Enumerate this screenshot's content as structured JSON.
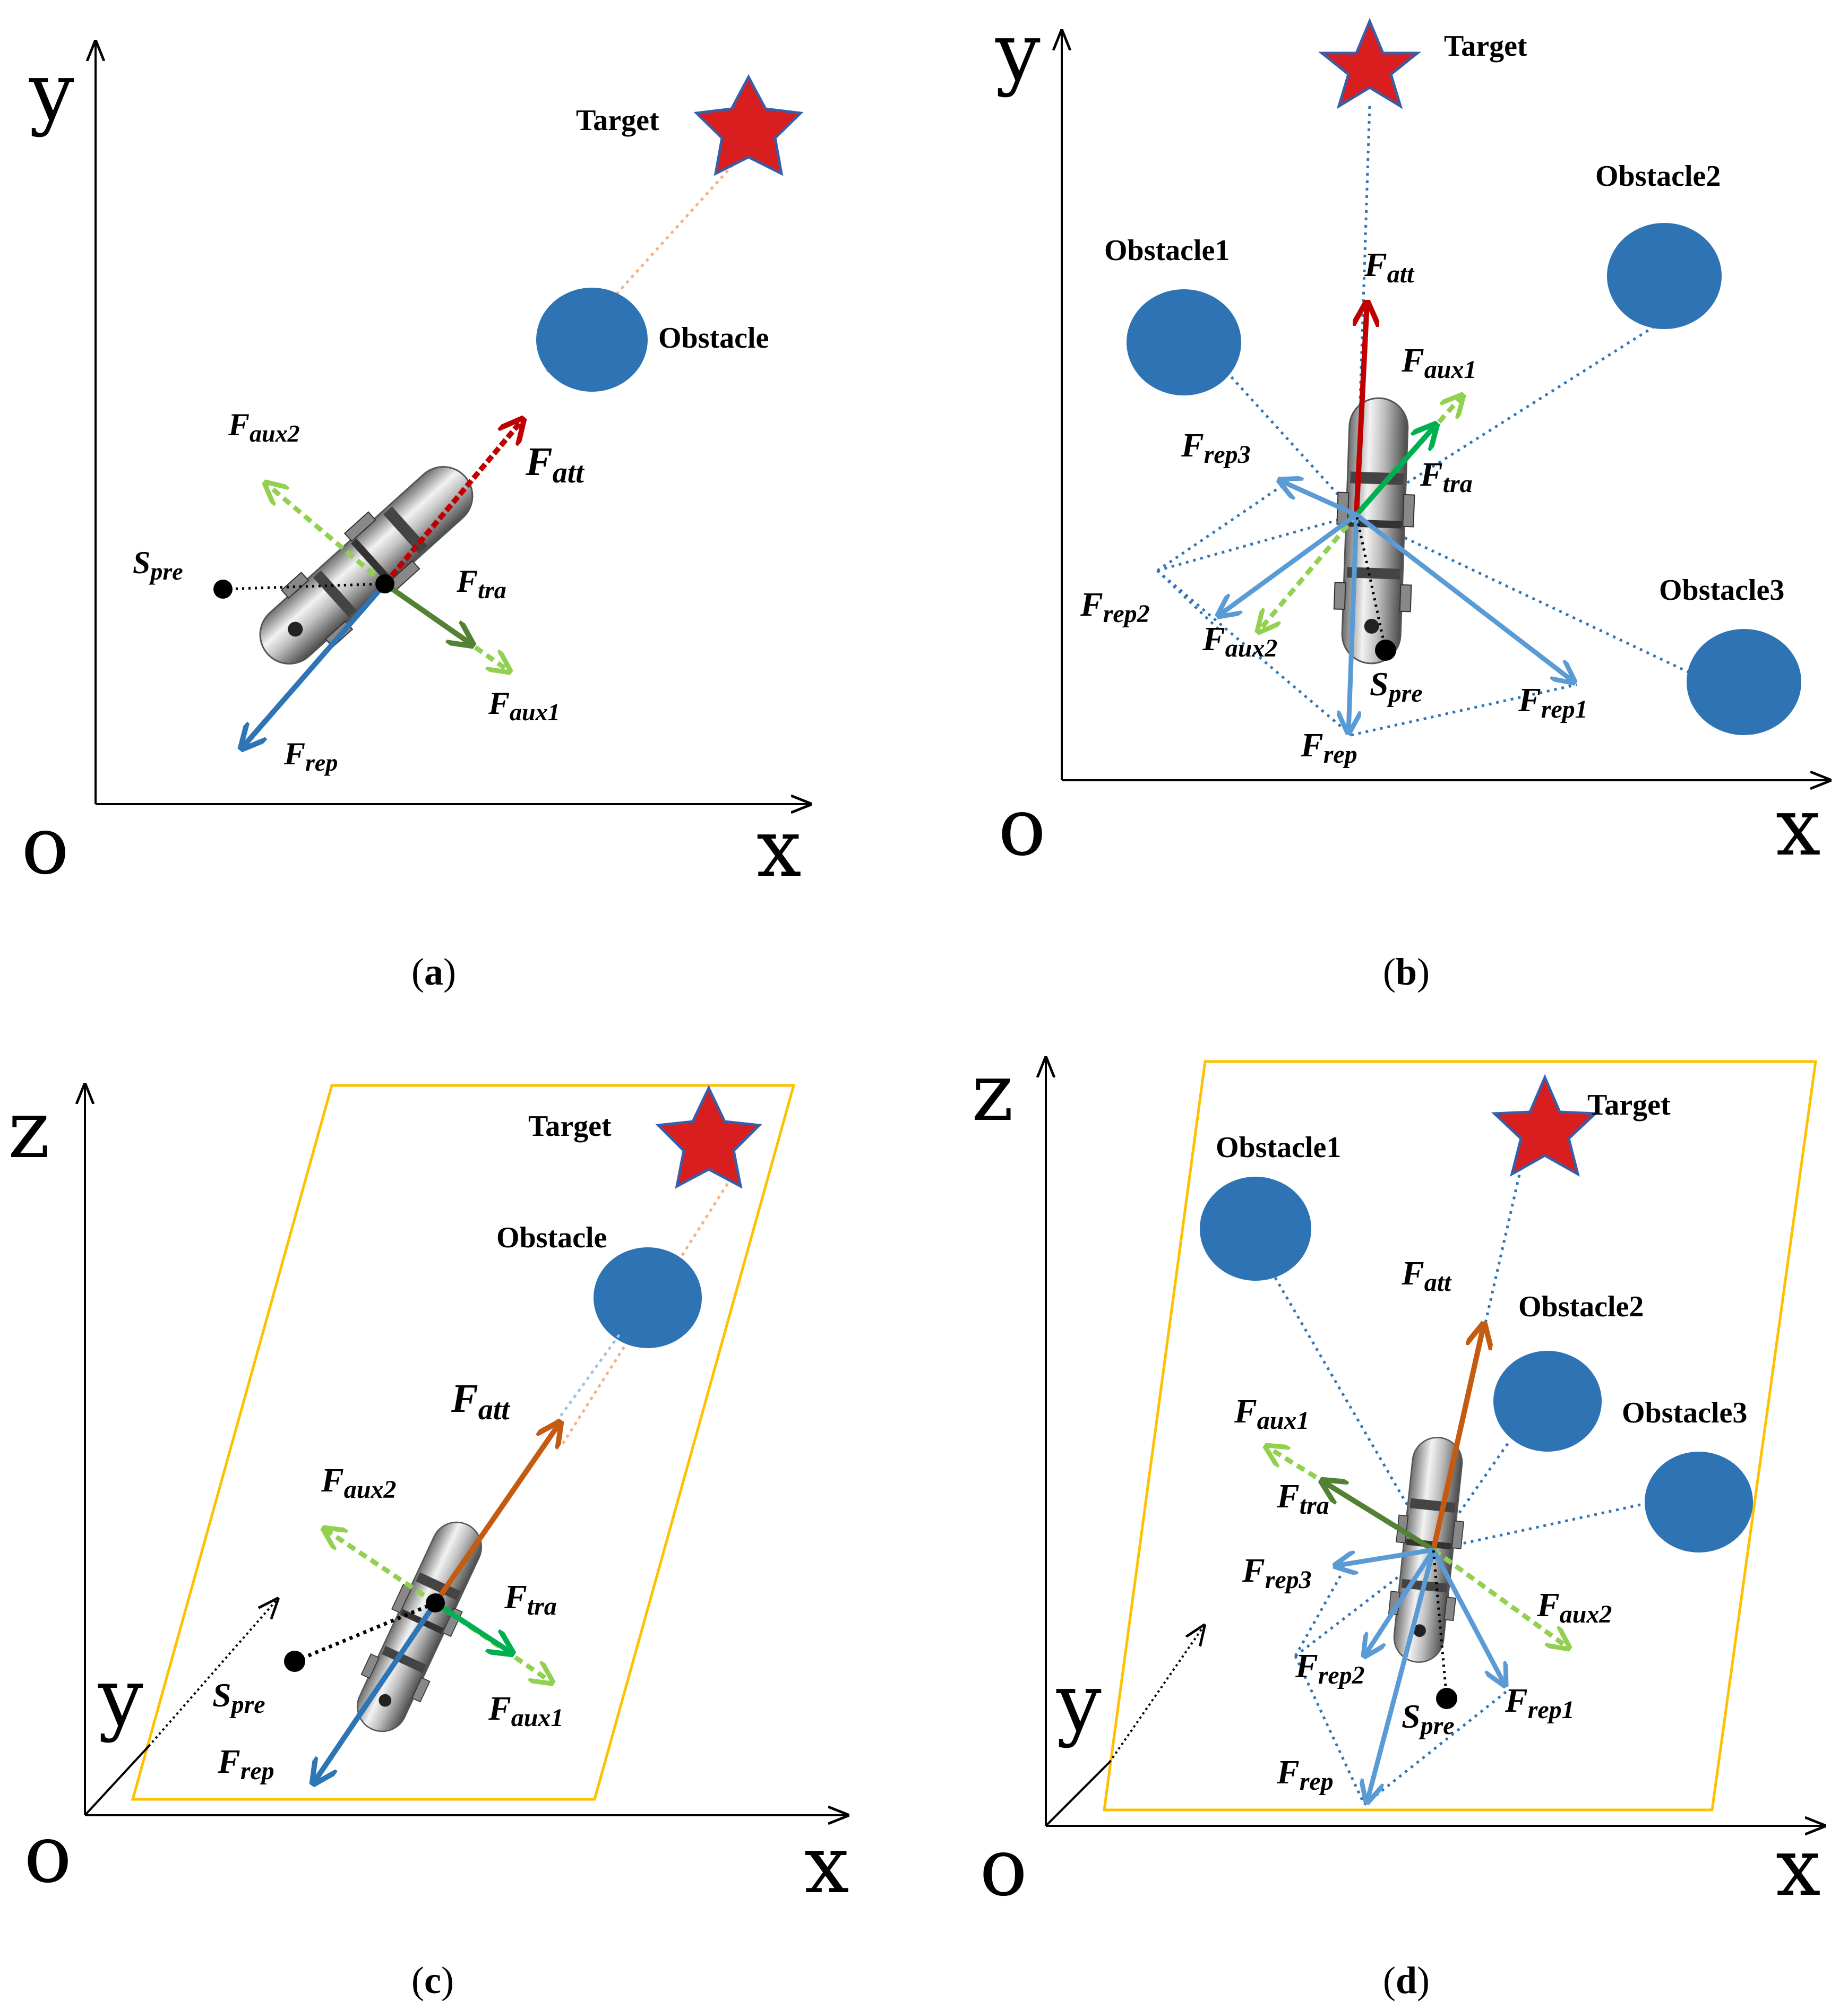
{
  "panels": {
    "a": {
      "caption_open": "(",
      "caption_letter": "a",
      "caption_close": ")",
      "axis_x": "x",
      "axis_y": "y",
      "origin": "o",
      "target": "Target",
      "obstacle": "Obstacle",
      "forces": {
        "att": {
          "main": "F",
          "sub": "att"
        },
        "aux2": {
          "main": "F",
          "sub": "aux2"
        },
        "tra": {
          "main": "F",
          "sub": "tra"
        },
        "aux1": {
          "main": "F",
          "sub": "aux1"
        },
        "rep": {
          "main": "F",
          "sub": "rep"
        },
        "spre": {
          "main": "S",
          "sub": "pre"
        }
      }
    },
    "b": {
      "caption_open": "(",
      "caption_letter": "b",
      "caption_close": ")",
      "axis_x": "x",
      "axis_y": "y",
      "origin": "o",
      "target": "Target",
      "obstacle1": "Obstacle1",
      "obstacle2": "Obstacle2",
      "obstacle3": "Obstacle3",
      "forces": {
        "att": {
          "main": "F",
          "sub": "att"
        },
        "aux1": {
          "main": "F",
          "sub": "aux1"
        },
        "rep3": {
          "main": "F",
          "sub": "rep3"
        },
        "tra": {
          "main": "F",
          "sub": "tra"
        },
        "rep2": {
          "main": "F",
          "sub": "rep2"
        },
        "aux2": {
          "main": "F",
          "sub": "aux2"
        },
        "spre": {
          "main": "S",
          "sub": "pre"
        },
        "rep1": {
          "main": "F",
          "sub": "rep1"
        },
        "rep": {
          "main": "F",
          "sub": "rep"
        }
      }
    },
    "c": {
      "caption_open": "(",
      "caption_letter": "c",
      "caption_close": ")",
      "axis_x": "x",
      "axis_y": "y",
      "axis_z": "z",
      "origin": "o",
      "target": "Target",
      "obstacle": "Obstacle",
      "forces": {
        "att": {
          "main": "F",
          "sub": "att"
        },
        "aux2": {
          "main": "F",
          "sub": "aux2"
        },
        "tra": {
          "main": "F",
          "sub": "tra"
        },
        "spre": {
          "main": "S",
          "sub": "pre"
        },
        "aux1": {
          "main": "F",
          "sub": "aux1"
        },
        "rep": {
          "main": "F",
          "sub": "rep"
        }
      }
    },
    "d": {
      "caption_open": "(",
      "caption_letter": "d",
      "caption_close": ")",
      "axis_x": "x",
      "axis_y": "y",
      "axis_z": "z",
      "origin": "o",
      "target": "Target",
      "obstacle1": "Obstacle1",
      "obstacle2": "Obstacle2",
      "obstacle3": "Obstacle3",
      "forces": {
        "att": {
          "main": "F",
          "sub": "att"
        },
        "aux1": {
          "main": "F",
          "sub": "aux1"
        },
        "tra": {
          "main": "F",
          "sub": "tra"
        },
        "rep3": {
          "main": "F",
          "sub": "rep3"
        },
        "aux2": {
          "main": "F",
          "sub": "aux2"
        },
        "rep2": {
          "main": "F",
          "sub": "rep2"
        },
        "spre": {
          "main": "S",
          "sub": "pre"
        },
        "rep1": {
          "main": "F",
          "sub": "rep1"
        },
        "rep": {
          "main": "F",
          "sub": "rep"
        }
      }
    }
  },
  "colors": {
    "target_fill": "#d81e1e",
    "target_stroke": "#3a5da8",
    "obstacle": "#2e74b5",
    "attractive_a_b": "#c00000",
    "attractive_c_d": "#c55a11",
    "traction": "#00b050",
    "traction_dark": "#548235",
    "auxiliary": "#92d050",
    "repulsive": "#2e75b6",
    "repulsive_light": "#5b9bd5",
    "plane": "#ffc000",
    "axis": "#000000"
  },
  "icons": {
    "target": "star-icon",
    "obstacle": "circle-icon",
    "robot": "underwater-robot-icon",
    "current_position": "dot-icon"
  }
}
